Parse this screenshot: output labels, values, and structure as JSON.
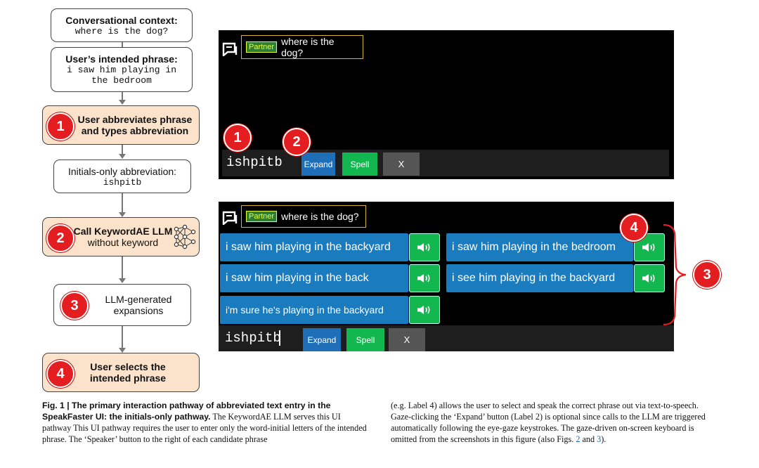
{
  "flow": {
    "context_title": "Conversational context:",
    "context_value": "where is the dog?",
    "intended_title": "User’s intended phrase:",
    "intended_value_l1": "i saw him playing in",
    "intended_value_l2": "the bedroom",
    "step1_l1": "User abbreviates phrase",
    "step1_l2": "and types abbreviation",
    "abbr_title": "Initials-only abbreviation:",
    "abbr_value": "ishpitb",
    "step2_l1": "Call KeywordAE LLM",
    "step2_l2": "without keyword",
    "step3_l1": "LLM-generated",
    "step3_l2": "expansions",
    "step4_l1": "User selects the",
    "step4_l2": "intended phrase",
    "n1": "1",
    "n2": "2",
    "n3": "3",
    "n4": "4"
  },
  "screen_top": {
    "partner_tag": "Partner",
    "partner_text": "where is the dog?",
    "abbreviation": "ishpitb",
    "expand_label": "Expand",
    "spell_label": "Spell",
    "close_label": "X",
    "label1": "1",
    "label2": "2"
  },
  "screen_bottom": {
    "partner_tag": "Partner",
    "partner_text": "where is the dog?",
    "candidates": [
      "i saw him playing in the backyard",
      "i saw him playing in the bedroom",
      "i saw him playing in the back",
      "i see him playing in the backyard",
      "i'm sure he's playing in the backyard"
    ],
    "abbreviation": "ishpitb",
    "expand_label": "Expand",
    "spell_label": "Spell",
    "close_label": "X",
    "label3": "3",
    "label4": "4"
  },
  "colors": {
    "candidate": "#1a7bbf",
    "speaker": "#12b84f",
    "label": "#e41e20",
    "step_box": "#fbe3cb"
  },
  "caption": {
    "fig_label": "Fig. 1 | The primary interaction pathway of abbreviated text entry in the SpeakFaster UI: the initials-only pathway.",
    "left_text": " The KeywordAE LLM serves this UI pathway This UI pathway requires the user to enter only the word-initial letters of the intended phrase. The ‘Speaker’ button to the right of each candidate phrase",
    "right_text_1": "(e.g. Label 4) allows the user to select and speak the correct phrase out via text-to-speech. Gaze-clicking the ‘Expand’ button (Label 2) is optional since calls to the LLM are triggered automatically following the eye-gaze keystrokes. The gaze-driven on-screen keyboard is omitted from the screenshots in this figure (also Figs. ",
    "ref_a": "2",
    "right_text_2": " and ",
    "ref_b": "3",
    "right_text_3": ")."
  }
}
